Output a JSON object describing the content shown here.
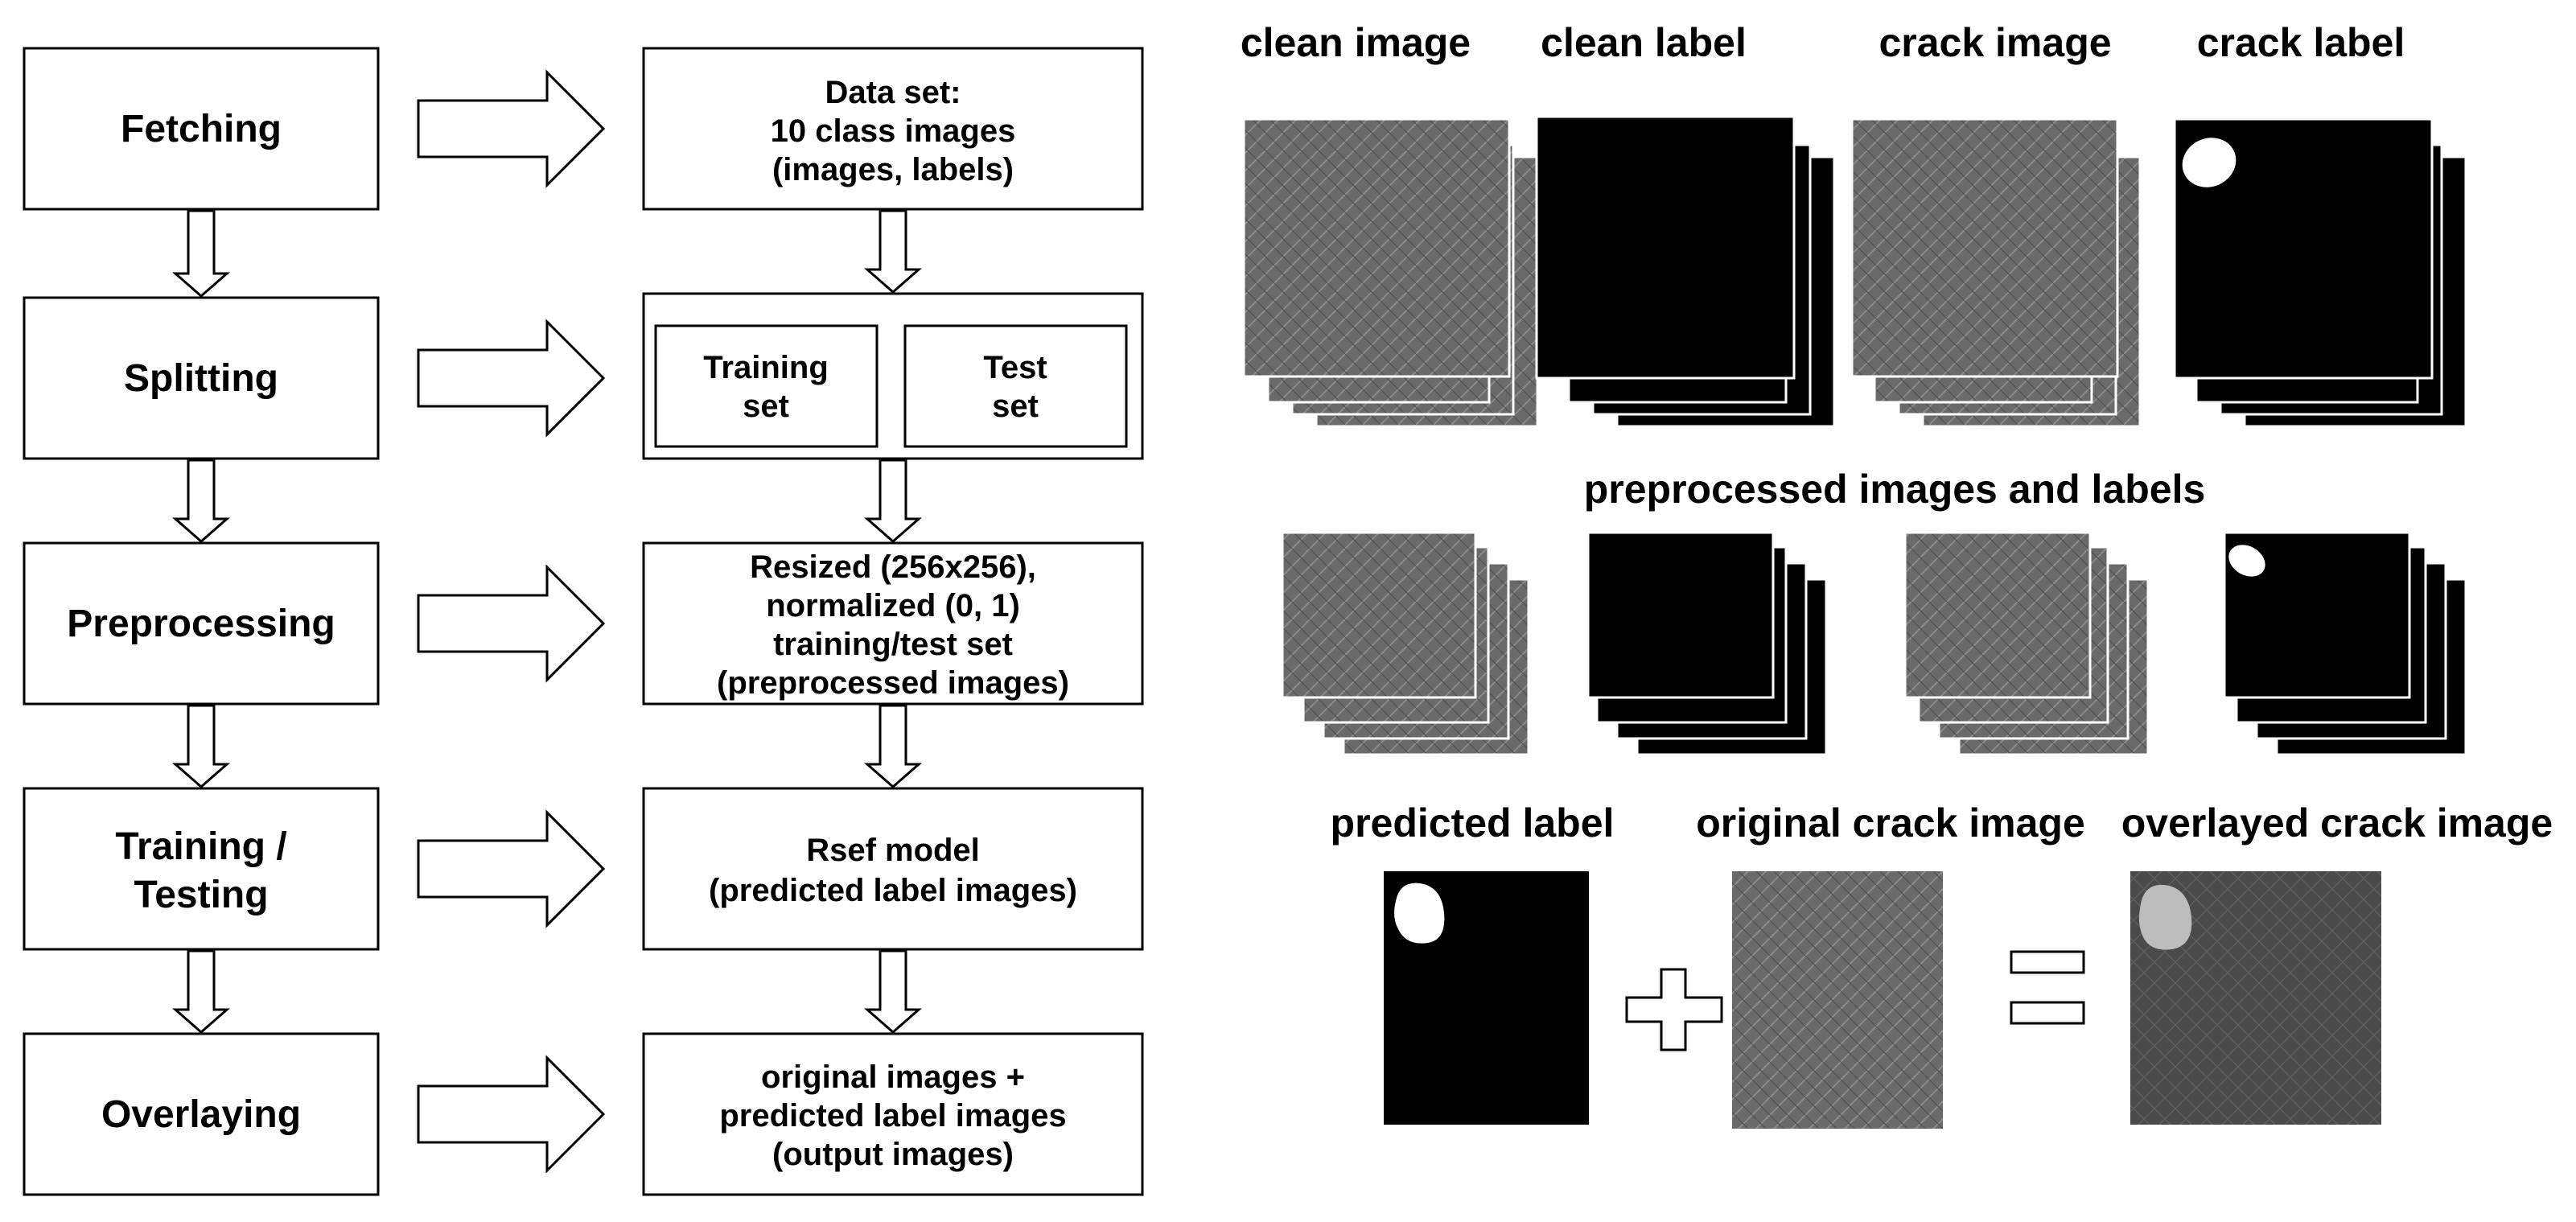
{
  "flowchart": {
    "steps": [
      {
        "label_lines": [
          "Fetching"
        ]
      },
      {
        "label_lines": [
          "Splitting"
        ]
      },
      {
        "label_lines": [
          "Preprocessing"
        ]
      },
      {
        "label_lines": [
          "Training /",
          "Testing"
        ]
      },
      {
        "label_lines": [
          "Overlaying"
        ]
      }
    ],
    "outputs": [
      {
        "lines": [
          "Data set:",
          "10 class images",
          "(images, labels)"
        ]
      },
      {
        "training_lines": [
          "Training",
          "set"
        ],
        "test_lines": [
          "Test",
          "set"
        ]
      },
      {
        "lines": [
          "Resized (256x256),",
          "normalized (0, 1)",
          "training/test set",
          "(preprocessed images)"
        ]
      },
      {
        "lines": [
          "Rsef model",
          "(predicted label images)"
        ]
      },
      {
        "lines": [
          "original images +",
          "predicted label images",
          "(output images)"
        ]
      }
    ]
  },
  "images_panel": {
    "top_titles": [
      "clean image",
      "clean label",
      "crack image",
      "crack label"
    ],
    "middle_title": "preprocessed images and labels",
    "bottom_titles": [
      "predicted label",
      "original crack image",
      "overlayed crack image"
    ],
    "colors": {
      "texture": "#6b6b6b",
      "label_bg": "#000000",
      "crack_blob": "#ffffff",
      "overlay_blob": "#bdbdbd"
    }
  }
}
